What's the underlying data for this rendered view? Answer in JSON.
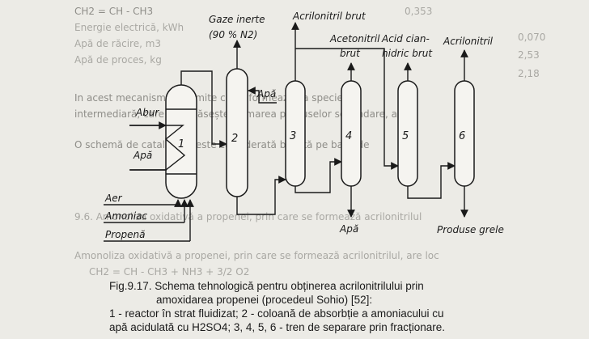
{
  "figure": {
    "labels": {
      "gaze_inerte": "Gaze inerte",
      "gaze_inerte_2": "(90 % N2)",
      "acrilonitril_brut": "Acrilonitril brut",
      "acetonitril": "Acetonitril",
      "acetonitril_brut": "brut",
      "acid_cian": "Acid cian-",
      "hidric_brut": "hidric brut",
      "acrilonitril": "Acrilonitril",
      "apa_top": "Apă",
      "abur": "Abur",
      "apa_left": "Apă",
      "aer": "Aer",
      "amoniac": "Amoniac",
      "propena": "Propenă",
      "apa_bottom": "Apă",
      "produse_grele": "Produse grele"
    },
    "units": [
      "1",
      "2",
      "3",
      "4",
      "5",
      "6"
    ]
  },
  "caption": {
    "line1": "Fig.9.17. Schema tehnologică pentru obținerea acrilonitrilului prin",
    "line2": "amoxidarea propenei (procedeul Sohio) [52]:",
    "line3": "1 - reactor în strat fluidizat; 2 - coloană de absorbție a amoniacului cu",
    "line4": "apă acidulată cu H2SO4; 3, 4, 5, 6 - tren de separare prin fracționare."
  },
  "background_text": {
    "l1": "CH2 = CH - CH3",
    "l2": "Energie electrică, kWh",
    "l3": "Apă de răcire, m3",
    "l4": "Apă de proces, kg",
    "l5": "In acest mecanism se admite că se formează ca specie",
    "l6": "intermediară, care se regăsește formarea produselor secundare, acid",
    "l7": "O schemă de catalizator este considerată bazată pe bază de",
    "l8": "9.6. Amonoliza oxidativă a propenei, prin care se formează acrilonitrilul",
    "l9": "Amonoliza oxidativă a propenei, prin care se formează acrilonitrilul, are loc",
    "l10": "CH2 = CH - CH3 + NH3 + 3/2 O2",
    "v1": "0,353",
    "v2": "0,070",
    "v3": "2,53",
    "v4": "2,18"
  }
}
